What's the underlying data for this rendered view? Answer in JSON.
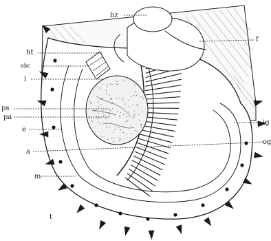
{
  "figure": {
    "labels": {
      "hz": "hz",
      "ht": "ht",
      "abc": "abc",
      "f": "f",
      "l": "l",
      "ps": "ps",
      "pa": "pa",
      "e": "e",
      "a": "a",
      "m": "m",
      "t": "t",
      "ig": "ig",
      "og": "og"
    },
    "colors": {
      "ink": "#1a1a1a",
      "paper": "#ffffff"
    }
  }
}
